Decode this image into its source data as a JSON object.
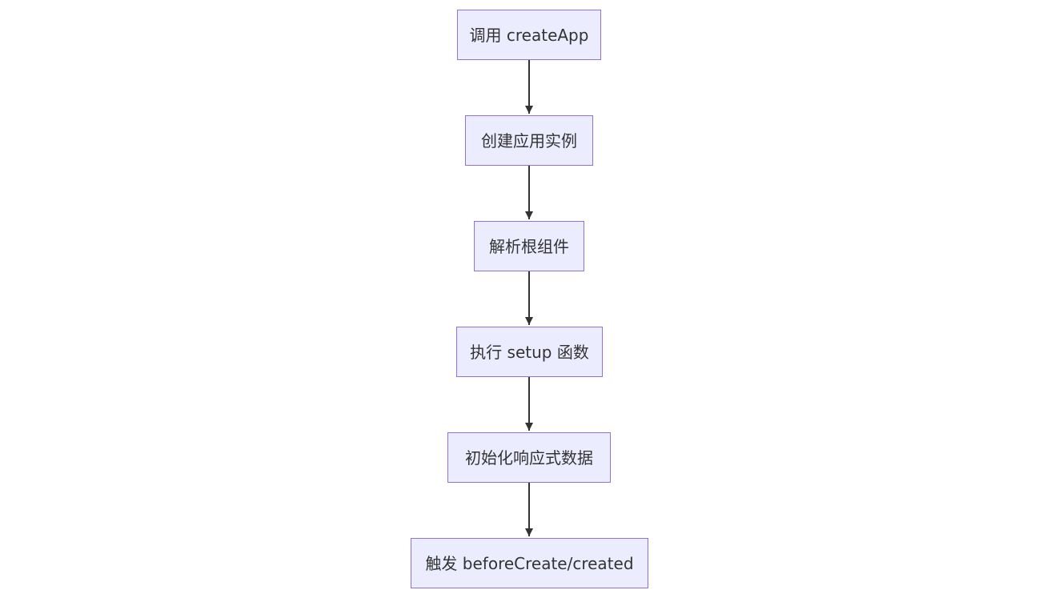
{
  "diagram": {
    "type": "flowchart",
    "direction": "top-down",
    "colors": {
      "node_fill": "#ECECFF",
      "node_border": "#9370DB",
      "text": "#333333",
      "edge": "#333333"
    },
    "nodes": [
      {
        "id": "n1",
        "label": "调用 createApp"
      },
      {
        "id": "n2",
        "label": "创建应用实例"
      },
      {
        "id": "n3",
        "label": "解析根组件"
      },
      {
        "id": "n4",
        "label": "执行 setup 函数"
      },
      {
        "id": "n5",
        "label": "初始化响应式数据"
      },
      {
        "id": "n6",
        "label": "触发 beforeCreate/created"
      }
    ],
    "edges": [
      {
        "from": "n1",
        "to": "n2"
      },
      {
        "from": "n2",
        "to": "n3"
      },
      {
        "from": "n3",
        "to": "n4"
      },
      {
        "from": "n4",
        "to": "n5"
      },
      {
        "from": "n5",
        "to": "n6"
      }
    ]
  }
}
